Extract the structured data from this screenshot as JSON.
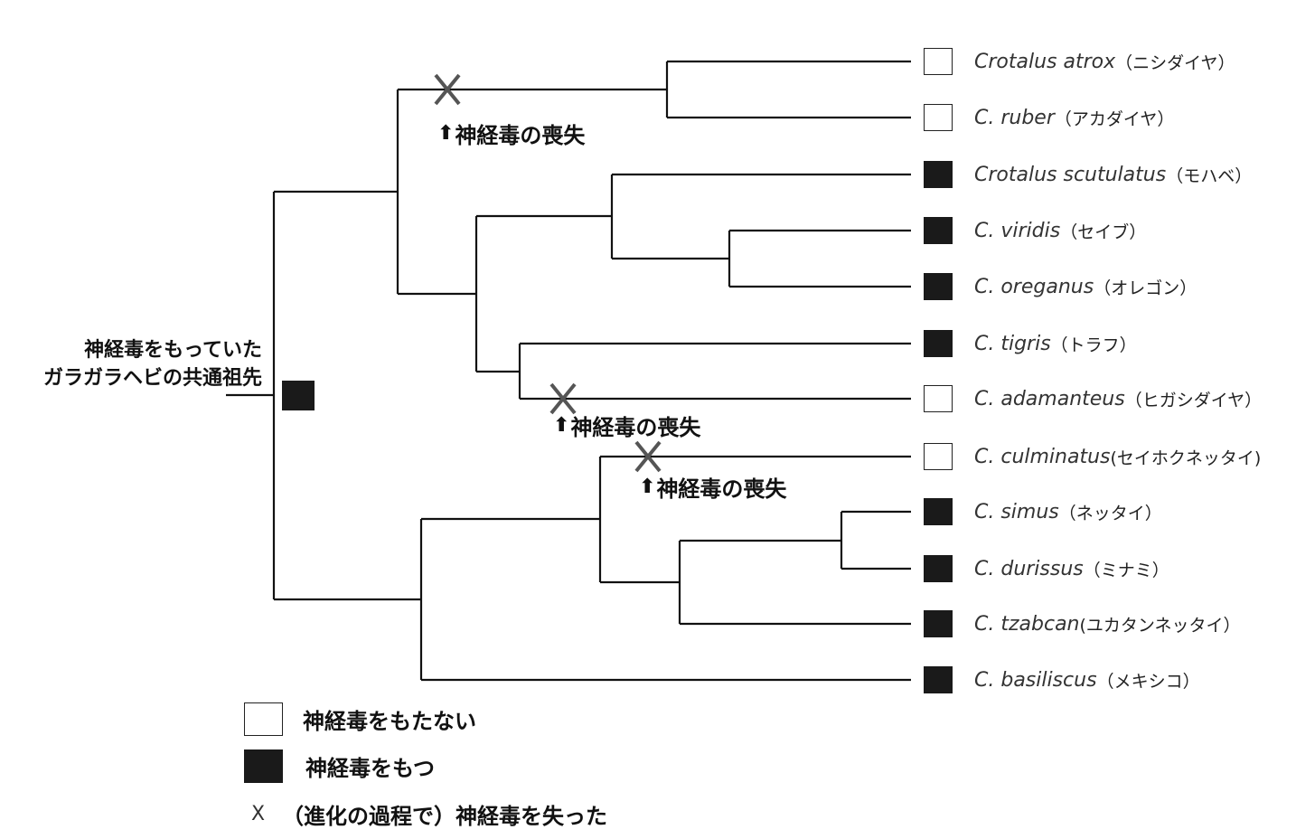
{
  "ancestor": {
    "line1": "神経毒をもっていた",
    "line2": "ガラガラヘビの共通祖先",
    "state": "neurotoxin-present"
  },
  "taxa": [
    {
      "sci": "Crotalus atrox",
      "jp": "（ニシダイヤ）",
      "neurotoxin": false
    },
    {
      "sci": "C. ruber",
      "jp": "（アカダイヤ）",
      "neurotoxin": false
    },
    {
      "sci": "Crotalus scutulatus",
      "jp": "（モハベ）",
      "neurotoxin": true
    },
    {
      "sci": "C. viridis",
      "jp": "（セイブ）",
      "neurotoxin": true
    },
    {
      "sci": "C. oreganus",
      "jp": "（オレゴン）",
      "neurotoxin": true
    },
    {
      "sci": "C. tigris",
      "jp": "（トラフ）",
      "neurotoxin": true
    },
    {
      "sci": "C. adamanteus",
      "jp": "（ヒガシダイヤ）",
      "neurotoxin": false
    },
    {
      "sci": "C. culminatus",
      "jp": "(セイホクネッタイ)",
      "neurotoxin": false
    },
    {
      "sci": "C. simus",
      "jp": "（ネッタイ）",
      "neurotoxin": true
    },
    {
      "sci": "C. durissus",
      "jp": "（ミナミ）",
      "neurotoxin": true
    },
    {
      "sci": "C. tzabcan",
      "jp": "(ユカタンネッタイ）",
      "neurotoxin": true
    },
    {
      "sci": "C. basiliscus",
      "jp": "（メキシコ）",
      "neurotoxin": true
    }
  ],
  "tree": {
    "newick": "((((atrox,ruber)*,((scutulatus,(viridis,oreganus)),(tigris,adamanteus*))),((culminatus*,((simus,durissus),tzabcan)),basiliscus)));",
    "loss_events_on_lineages": [
      "(Crotalus atrox, C. ruber)",
      "C. adamanteus",
      "C. culminatus"
    ]
  },
  "loss_labels": [
    {
      "arrow": "⬆",
      "text": "神経毒の喪失"
    },
    {
      "arrow": "⬆",
      "text": "神経毒の喪失"
    },
    {
      "arrow": "⬆",
      "text": "神経毒の喪失"
    }
  ],
  "legend": {
    "absent_label": "神経毒をもたない",
    "present_label": "神経毒をもつ",
    "loss_symbol": "X",
    "loss_label": "（進化の過程で）神経毒を失った"
  },
  "colors": {
    "line": "#111111",
    "present_fill": "#1a1a1a",
    "absent_fill": "#ffffff",
    "loss_mark": "#555555"
  }
}
